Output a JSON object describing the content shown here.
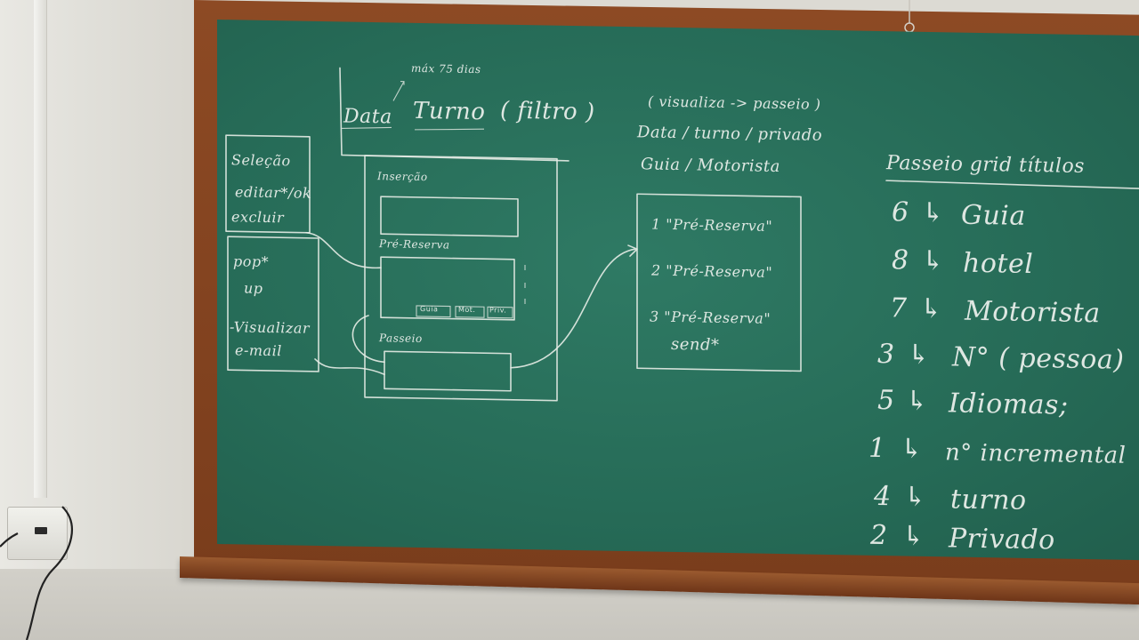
{
  "board": {
    "note_top": "máx 75 dias",
    "header_data": "Data",
    "header_turno": "Turno",
    "header_filtro": "( filtro )",
    "left_box_1": [
      "Seleção",
      "editar*/ok",
      "excluir"
    ],
    "left_box_2": [
      "pop*",
      "up",
      "-Visualizar",
      "e-mail"
    ],
    "form_title": "Inserção",
    "form_prereserva": "Pré-Reserva",
    "form_btn_1": "Guia",
    "form_btn_2": "Mot.",
    "form_btn_3": "Priv.",
    "form_passeio": "Passeio",
    "right_header_1": "( visualiza -> passeio )",
    "right_header_2": "Data / turno / privado",
    "right_header_3": "Guia / Motorista",
    "list_items": [
      "1 \"Pré-Reserva\"",
      "2 \"Pré-Reserva\"",
      "3 \"Pré-Reserva\"",
      "send*"
    ],
    "grid_title": "Passeio grid títulos",
    "grid_rows": [
      {
        "num": "6",
        "label": "Guia"
      },
      {
        "num": "8",
        "label": "hotel"
      },
      {
        "num": "7",
        "label": "Motorista"
      },
      {
        "num": "3",
        "label": "N° ( pessoa)"
      },
      {
        "num": "5",
        "label": "Idiomas;"
      },
      {
        "num": "1",
        "label": "n° incremental"
      },
      {
        "num": "4",
        "label": "turno"
      },
      {
        "num": "2",
        "label": "Privado"
      }
    ]
  }
}
